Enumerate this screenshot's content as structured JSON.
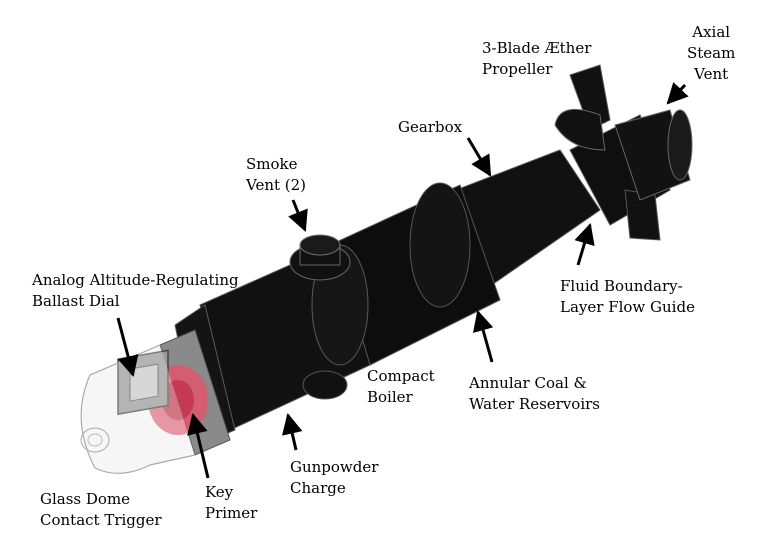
{
  "labels": {
    "axial_steam_vent": [
      "Axial",
      "Steam",
      "Vent"
    ],
    "propeller": [
      "3-Blade Æther",
      "Propeller"
    ],
    "gearbox": [
      "Gearbox"
    ],
    "smoke_vent": [
      "Smoke",
      "Vent (2)"
    ],
    "fluid_guide": [
      "Fluid Boundary-",
      "Layer Flow Guide"
    ],
    "ballast_dial": [
      "Analog Altitude-Regulating",
      "Ballast Dial"
    ],
    "compact_boiler": [
      "Compact",
      "Boiler"
    ],
    "reservoirs": [
      "Annular Coal &",
      "Water Reservoirs"
    ],
    "gunpowder": [
      "Gunpowder",
      "Charge"
    ],
    "key_primer": [
      "Key",
      "Primer"
    ],
    "glass_dome": [
      "Glass Dome",
      "Contact Trigger"
    ]
  },
  "colors": {
    "body": "#111111",
    "edge": "#5a5a5a",
    "primer": "#e0556a",
    "dome": "#cfcfcf"
  }
}
